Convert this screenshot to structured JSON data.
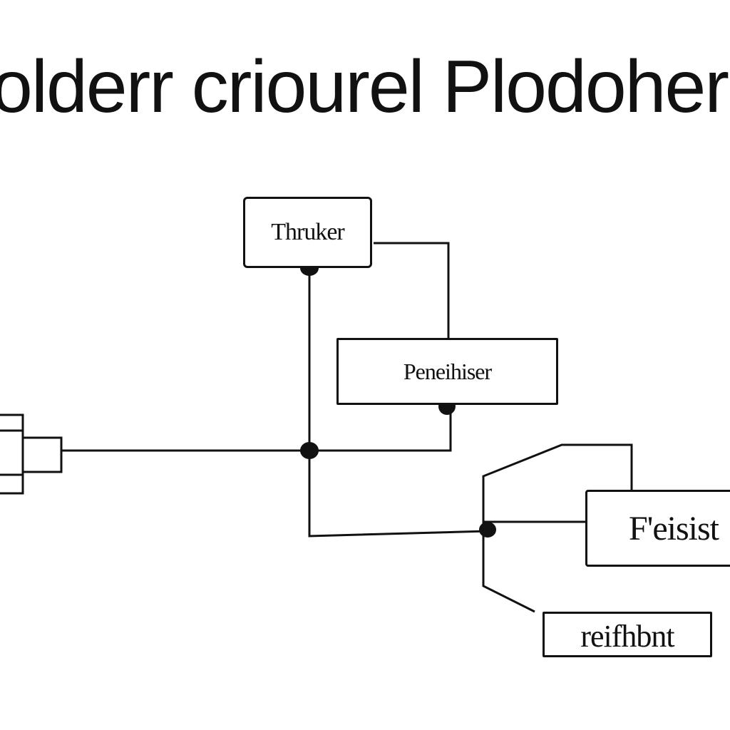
{
  "diagram": {
    "title": "olderr criourel Plodoher",
    "boxes": {
      "thruster": "Thruker",
      "processor": "Peneihiser",
      "feeder": "F'eisist",
      "terminal": "reifhbnt"
    }
  }
}
